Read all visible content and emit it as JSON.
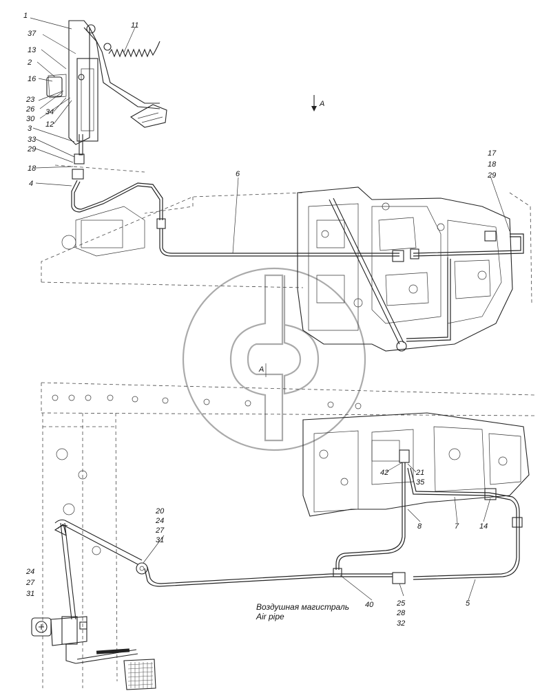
{
  "callouts": {
    "c1": "1",
    "c37": "37",
    "c13": "13",
    "c2": "2",
    "c16": "16",
    "c23": "23",
    "c26": "26",
    "c30": "30",
    "c34": "34",
    "c12": "12",
    "c3": "3",
    "c33": "33",
    "c29": "29",
    "c18": "18",
    "c4": "4",
    "c11": "11",
    "c6": "6",
    "c17_18_29": [
      "17",
      "18",
      "29"
    ],
    "c20_24_27_31": [
      "20",
      "24",
      "27",
      "31"
    ],
    "c24_27_31": [
      "24",
      "27",
      "31"
    ],
    "c42": "42",
    "c21_35": [
      "21",
      "35"
    ],
    "c8": "8",
    "c7": "7",
    "c14": "14",
    "c40": "40",
    "c25_28_32": [
      "25",
      "28",
      "32"
    ],
    "c5": "5"
  },
  "view_marker_top": "A",
  "view_marker_mid": "A",
  "caption": {
    "ru": "Воздушная магистраль",
    "en": "Air pipe"
  }
}
